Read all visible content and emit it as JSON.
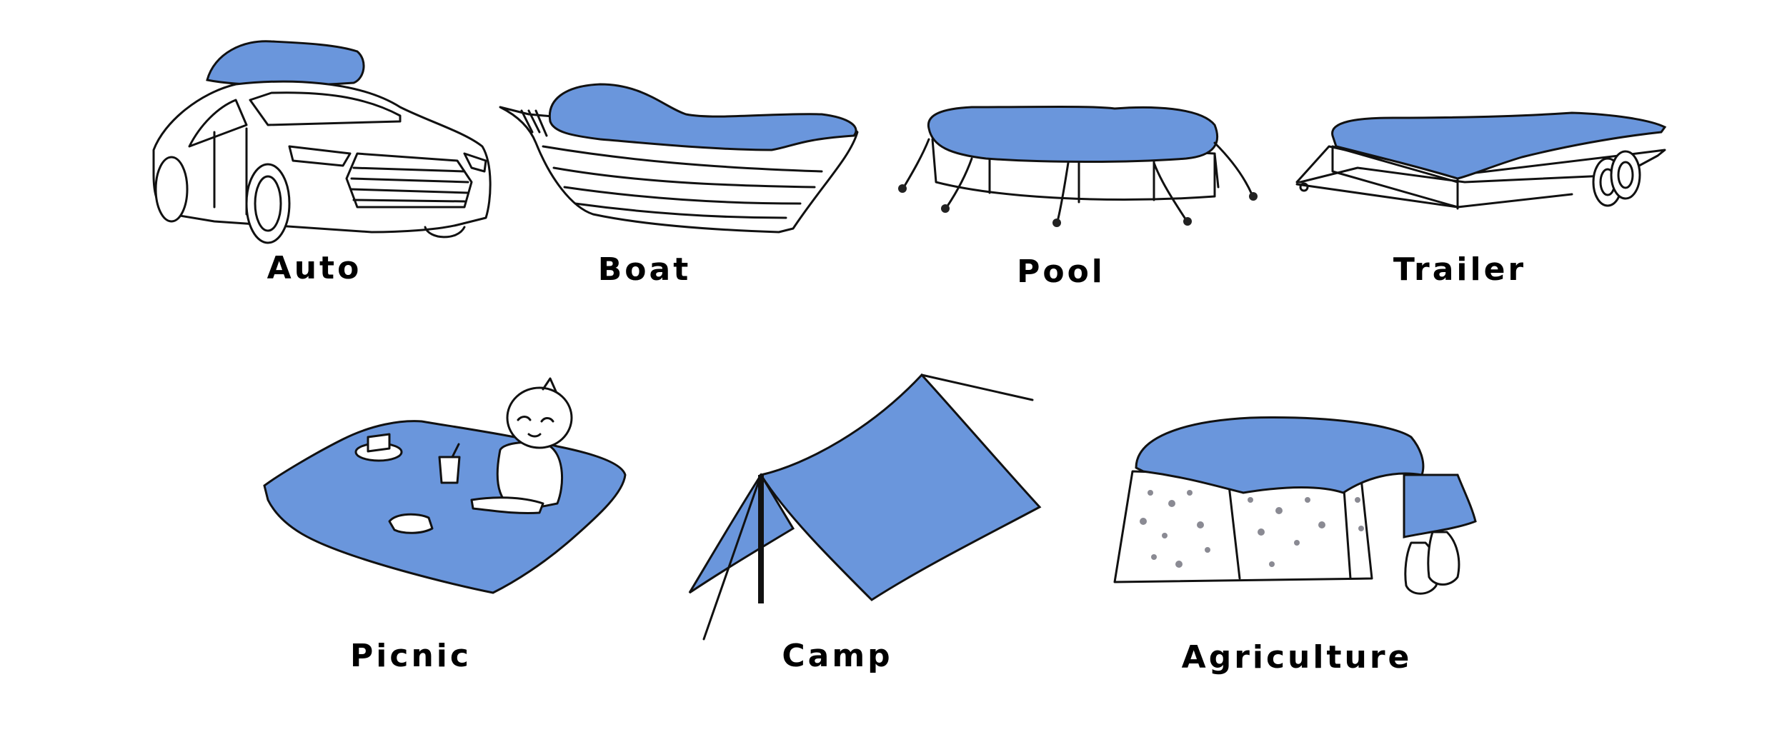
{
  "uses": [
    {
      "id": "auto",
      "label": "Auto"
    },
    {
      "id": "boat",
      "label": "Boat"
    },
    {
      "id": "pool",
      "label": "Pool"
    },
    {
      "id": "trailer",
      "label": "Trailer"
    },
    {
      "id": "picnic",
      "label": "Picnic"
    },
    {
      "id": "camp",
      "label": "Camp"
    },
    {
      "id": "agriculture",
      "label": "Agriculture"
    }
  ],
  "colors": {
    "tarp": "#6a96dc",
    "ink": "#111111",
    "background": "#ffffff"
  }
}
